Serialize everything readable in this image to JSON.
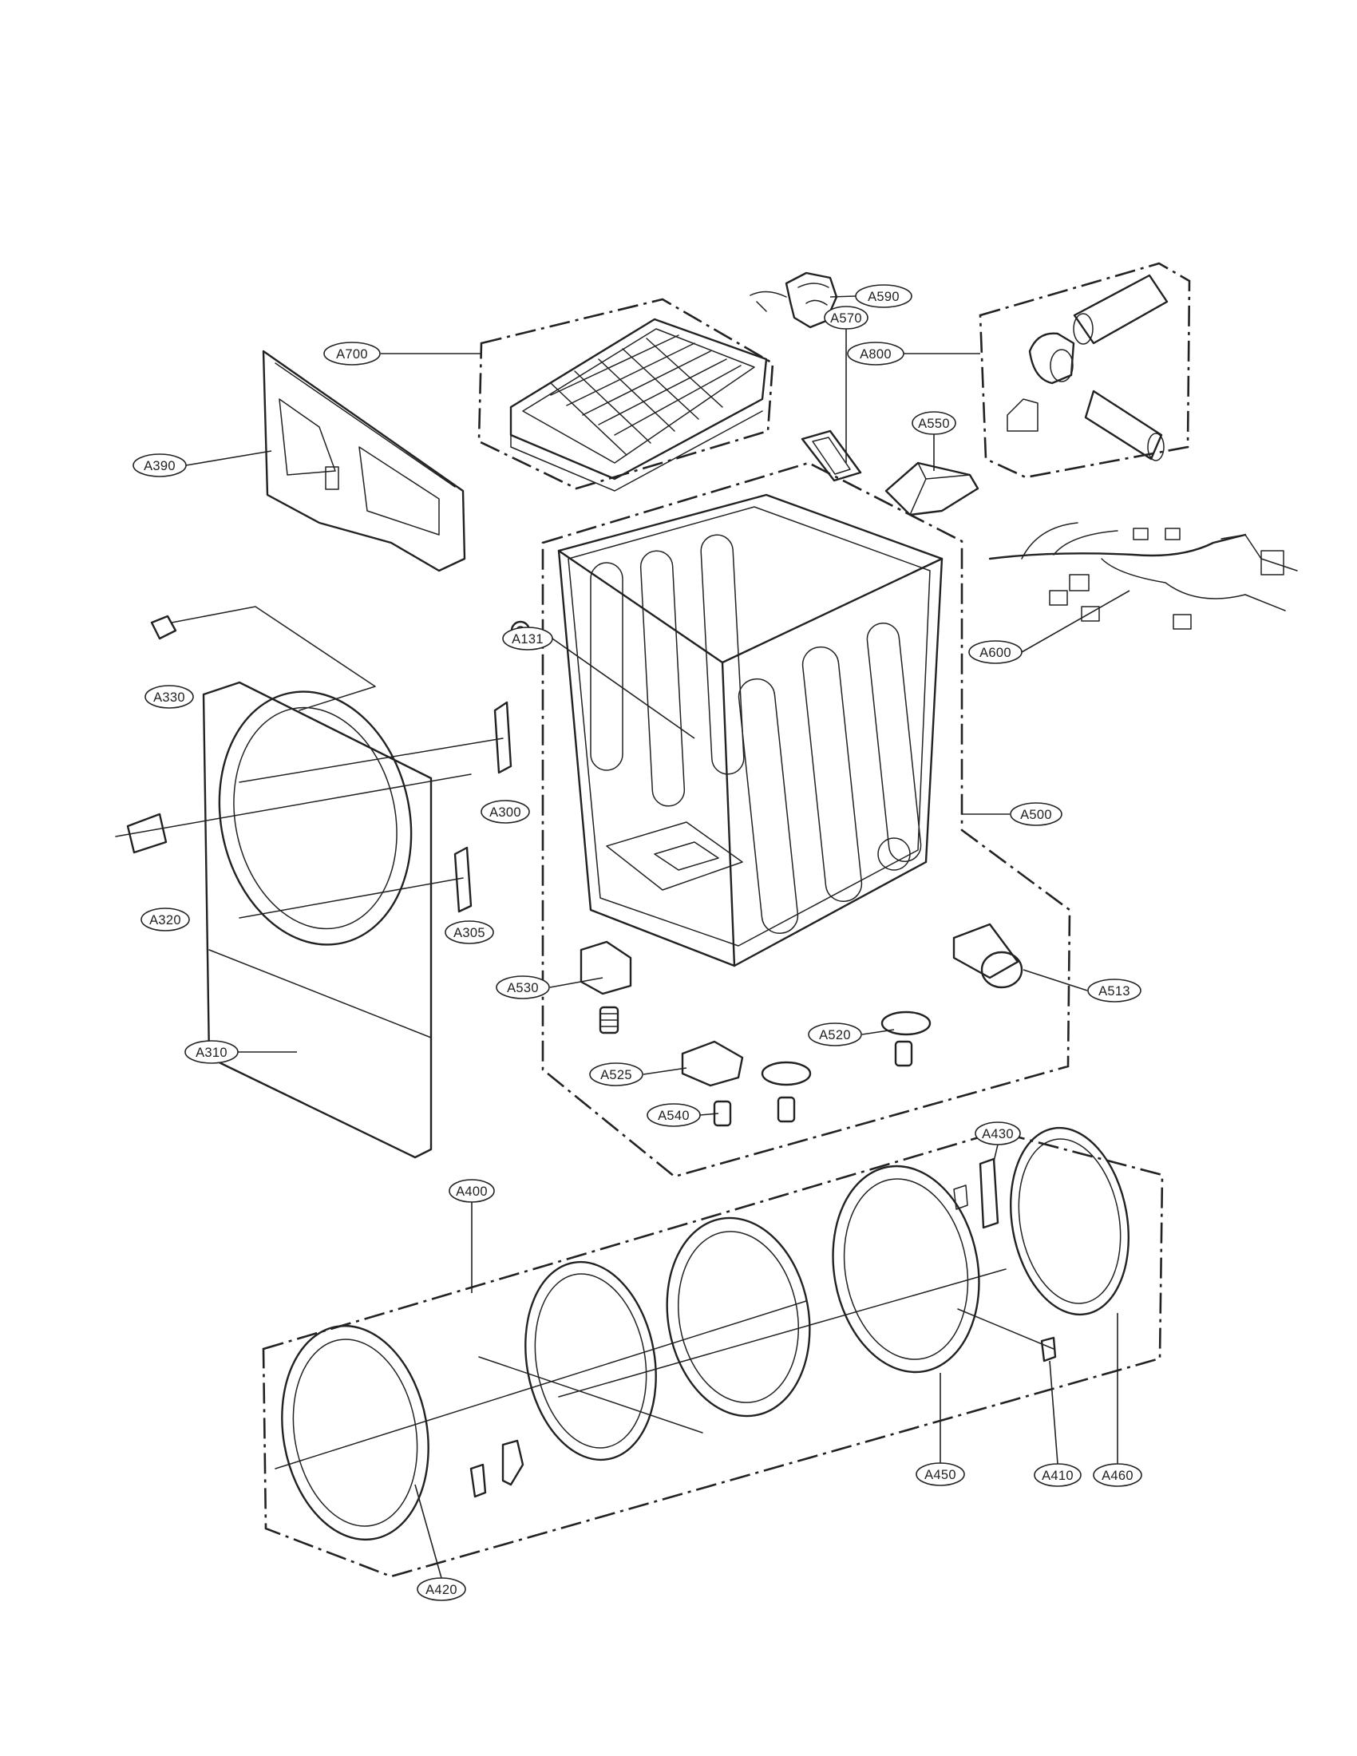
{
  "callouts": {
    "A590": "A590",
    "A700": "A700",
    "A800": "A800",
    "A570": "A570",
    "A550": "A550",
    "A390": "A390",
    "A131": "A131",
    "A600": "A600",
    "A330": "A330",
    "A300": "A300",
    "A500": "A500",
    "A320": "A320",
    "A305": "A305",
    "A530": "A530",
    "A513": "A513",
    "A310": "A310",
    "A520": "A520",
    "A525": "A525",
    "A540": "A540",
    "A430": "A430",
    "A400": "A400",
    "A450": "A450",
    "A410": "A410",
    "A460": "A460",
    "A420": "A420"
  }
}
